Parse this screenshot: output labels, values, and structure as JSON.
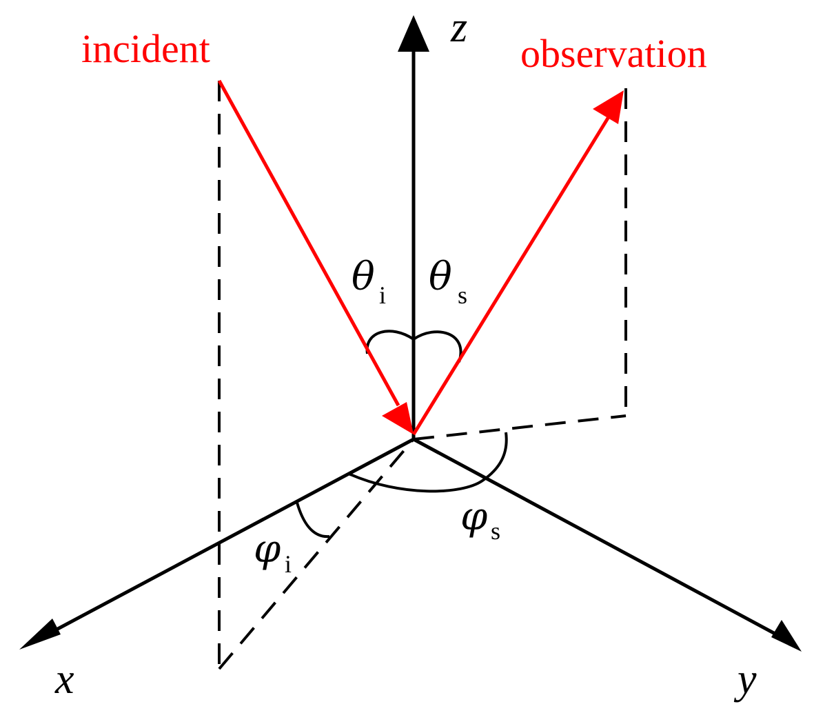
{
  "labels": {
    "incident": "incident",
    "observation": "observation",
    "axis_x": "x",
    "axis_y": "y",
    "axis_z": "z",
    "theta_i": {
      "symbol": "θ",
      "sub": "i"
    },
    "theta_s": {
      "symbol": "θ",
      "sub": "s"
    },
    "phi_i": {
      "symbol": "φ",
      "sub": "i"
    },
    "phi_s": {
      "symbol": "φ",
      "sub": "s"
    }
  },
  "colors": {
    "ray": "#ff0000",
    "axes": "#000000",
    "background": "#ffffff"
  }
}
